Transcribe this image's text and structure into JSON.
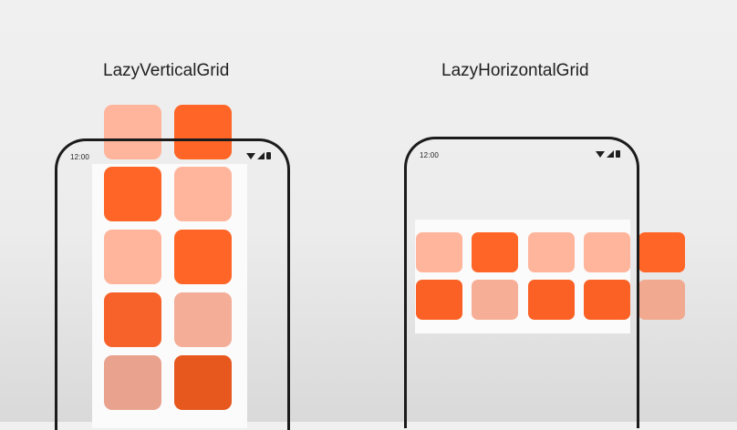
{
  "titles": {
    "vertical": "LazyVerticalGrid",
    "horizontal": "LazyHorizontalGrid"
  },
  "status_bar": {
    "time": "12:00",
    "icons": [
      "wifi-icon",
      "signal-icon",
      "battery-icon"
    ]
  },
  "colors": {
    "light_tile": "#ffb59c",
    "dark_tile": "#ff6526",
    "phone_frame": "#1b1b1b",
    "panel": "#fbfbfb"
  }
}
